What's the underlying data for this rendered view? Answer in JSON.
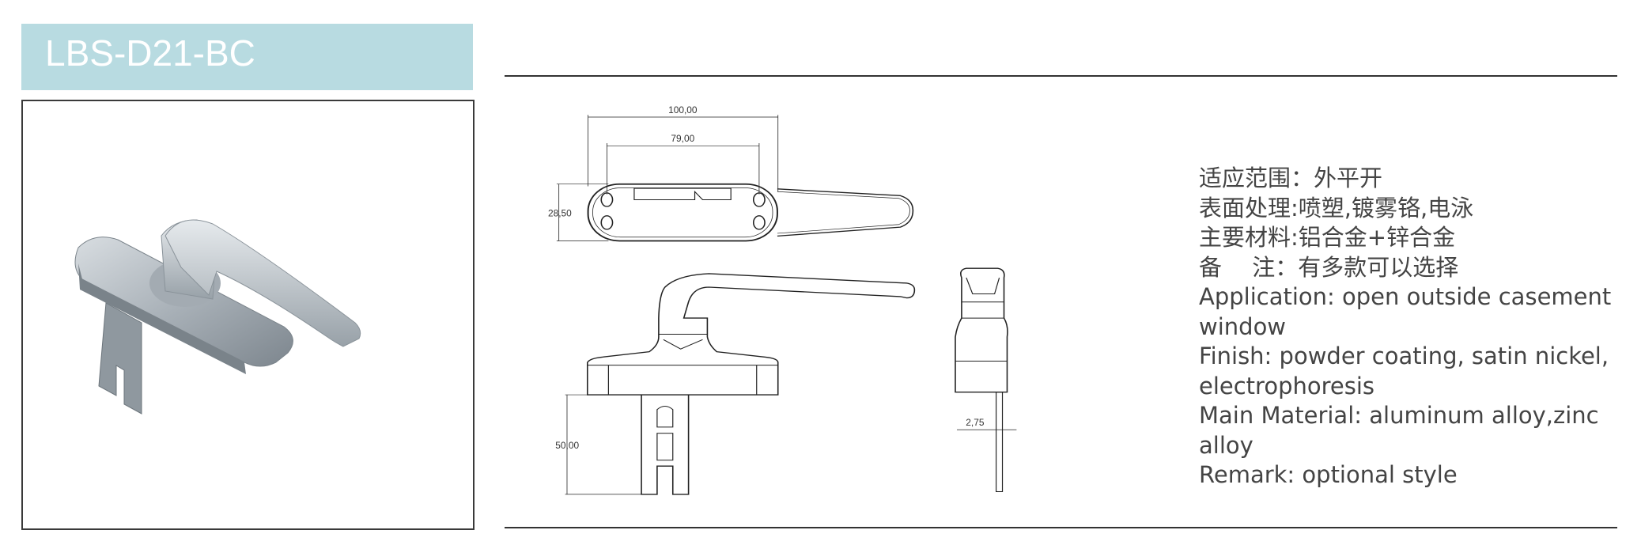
{
  "header": {
    "model": "LBS-D21-BC"
  },
  "drawing": {
    "dimensions": {
      "overall_width": "100,00",
      "hole_spacing": "79,00",
      "base_height": "28,50",
      "spindle_length": "50,00",
      "spindle_thickness": "2,75"
    }
  },
  "specs": {
    "zh": [
      "适应范围：外平开",
      "表面处理:喷塑,镀雾铬,电泳",
      "主要材料:铝合金+锌合金",
      "备　 注：有多款可以选择"
    ],
    "en": [
      "Application: open outside casement",
      "window",
      "Finish: powder coating, satin nickel,",
      "electrophoresis",
      "Main Material: aluminum alloy,zinc",
      "alloy",
      "Remark: optional style"
    ]
  },
  "colors": {
    "title_bar": "#b8dbe1",
    "text": "#444444",
    "rule": "#333333"
  }
}
